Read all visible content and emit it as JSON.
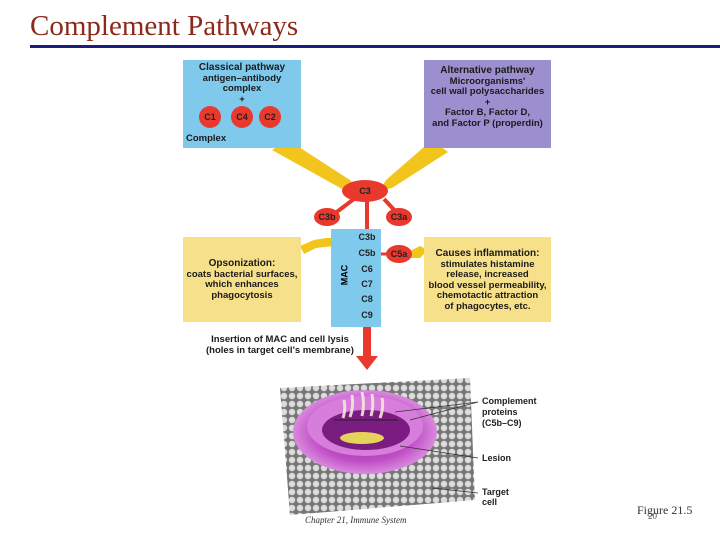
{
  "slide": {
    "title": "Complement Pathways",
    "footer_chapter": "Chapter 21, Immune System",
    "footer_figure": "Figure 21.5",
    "page_number": "20"
  },
  "classical": {
    "title": "Classical pathway",
    "line1": "antigen–antibody",
    "line2": "complex",
    "plus": "+",
    "c1": "C1",
    "c4": "C4",
    "c2": "C2",
    "complex": "Complex"
  },
  "alternative": {
    "title": "Alternative pathway",
    "line1": "Microorganisms'",
    "line2": "cell wall polysaccharides",
    "plus": "+",
    "line3": "Factor B, Factor D,",
    "line4": "and Factor P (properdin)"
  },
  "nodes": {
    "c3": "C3",
    "c3b": "C3b",
    "c3a": "C3a",
    "c5a": "C5a"
  },
  "mac": {
    "label": "MAC",
    "items": [
      "C3b",
      "C5b",
      "C6",
      "C7",
      "C8",
      "C9"
    ]
  },
  "opsonization": {
    "title": "Opsonization:",
    "line1": "coats bacterial surfaces,",
    "line2": "which enhances",
    "line3": "phagocytosis"
  },
  "inflammation": {
    "title": "Causes inflammation:",
    "line1": "stimulates histamine",
    "line2": "release, increased",
    "line3": "blood vessel permeability,",
    "line4": "chemotactic attraction",
    "line5": "of phagocytes, etc."
  },
  "insertion": {
    "line1": "Insertion of MAC and cell lysis",
    "line2": "(holes in target cell's membrane)"
  },
  "illustration": {
    "complement_line1": "Complement",
    "complement_line2": "proteins",
    "complement_line3": "(C5b–C9)",
    "lesion": "Lesion",
    "target_line1": "Target",
    "target_line2": "cell"
  },
  "colors": {
    "title": "#8b2a1a",
    "rule": "#1c1c7a",
    "classical_box": "#7ec9ec",
    "alternative_box": "#9c8fcf",
    "effect_box": "#f7e08a",
    "protein_red": "#e8392c",
    "arrow_yellow": "#f2c51c",
    "lesion_magenta": "#b23bb8"
  }
}
